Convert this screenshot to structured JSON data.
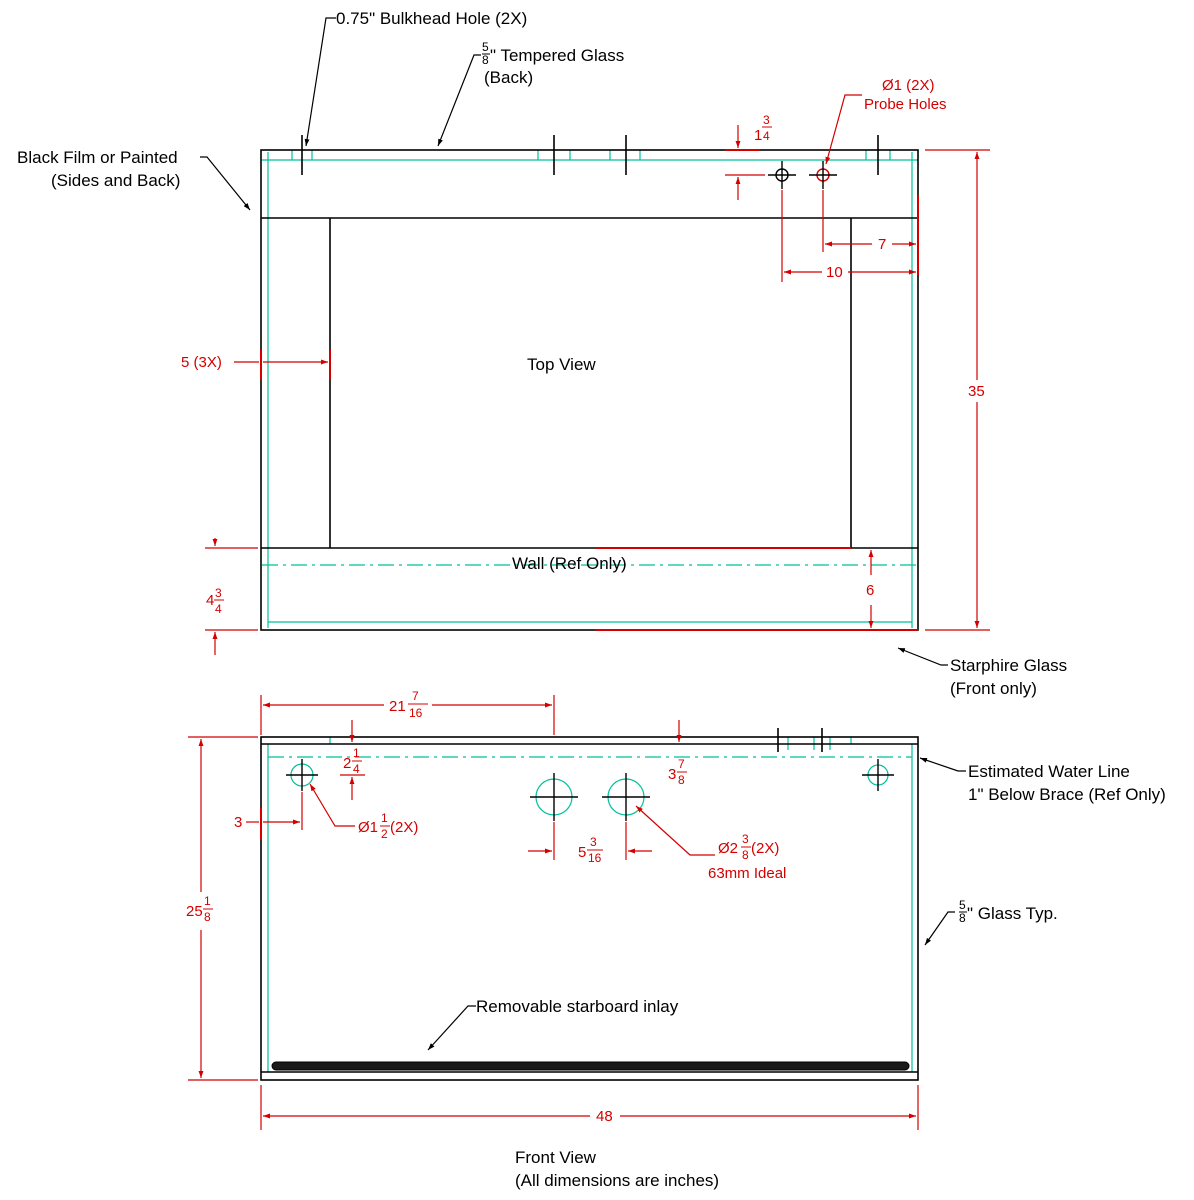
{
  "colors": {
    "outline": "#000000",
    "dimension": "#d40000",
    "glass": "#00c09a"
  },
  "labels": {
    "bulkhead_hole": "0.75\" Bulkhead Hole (2X)",
    "tempered_glass_unit": "\" Tempered Glass",
    "tempered_glass_note": "(Back)",
    "black_film_line1": "Black Film or Painted",
    "black_film_line2": "(Sides and Back)",
    "probe_holes_line1": "Ø1 (2X)",
    "probe_holes_line2": "Probe Holes",
    "top_view": "Top View",
    "wall": "Wall (Ref Only)",
    "starphire_line1": "Starphire Glass",
    "starphire_line2": "(Front only)",
    "water_line1": "Estimated Water Line",
    "water_line2": "1\" Below Brace (Ref Only)",
    "glass_typ": "\" Glass Typ.",
    "starboard": "Removable starboard inlay",
    "front_view_line1": "Front View",
    "front_view_line2": "(All dimensions are inches)"
  },
  "dimensions": {
    "glass_frac_num": "5",
    "glass_frac_den": "8",
    "probe_offset_whole": "1",
    "probe_offset_num": "3",
    "probe_offset_den": "4",
    "probe_near": "7",
    "probe_far": "10",
    "brace_width": "5 (3X)",
    "depth": "35",
    "front_brace_whole": "4",
    "front_brace_num": "3",
    "front_brace_den": "4",
    "wall_offset": "6",
    "big_hole_x_whole": "21",
    "big_hole_x_num": "7",
    "big_hole_x_den": "16",
    "small_hole_y_whole": "2",
    "small_hole_y_num": "1",
    "small_hole_y_den": "4",
    "big_hole_y_whole": "3",
    "big_hole_y_num": "7",
    "big_hole_y_den": "8",
    "small_hole_x": "3",
    "small_hole_dia_prefix": "Ø1",
    "small_hole_dia_num": "1",
    "small_hole_dia_den": "2",
    "small_hole_count": " (2X)",
    "hole_spacing_whole": "5",
    "hole_spacing_num": "3",
    "hole_spacing_den": "16",
    "big_hole_dia_prefix": "Ø2",
    "big_hole_dia_num": "3",
    "big_hole_dia_den": "8",
    "big_hole_count": " (2X)",
    "big_hole_ideal": "63mm Ideal",
    "height_whole": "25",
    "height_num": "1",
    "height_den": "8",
    "width": "48"
  }
}
